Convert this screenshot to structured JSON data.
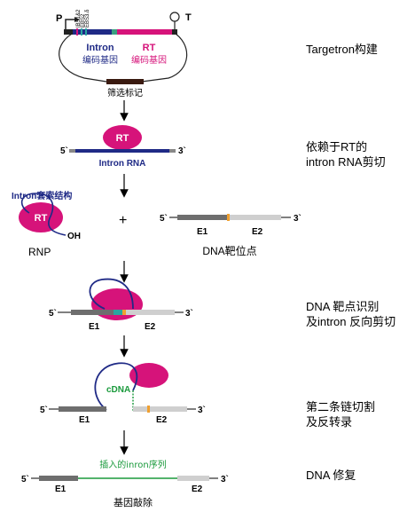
{
  "stage1": {
    "p": "P",
    "t": "T",
    "ibs": "IBS1&2",
    "ebs2": "EBS2",
    "ebs3": "EBS3.δ",
    "intron": "Intron",
    "intron_gene": "编码基因",
    "rt": "RT",
    "rt_gene": "编码基因",
    "marker": "筛选标记",
    "step": "Targetron构建"
  },
  "stage2": {
    "rt": "RT",
    "end5": "5`",
    "end3": "3`",
    "rna": "Intron RNA",
    "step_line1": "依赖于RT的",
    "step_line2": "intron RNA剪切"
  },
  "stage3": {
    "intron_struct": "Intron套索结构",
    "rt": "RT",
    "oh": "OH",
    "rnp": "RNP",
    "plus": "+",
    "end5": "5`",
    "end3": "3`",
    "e1": "E1",
    "e2": "E2",
    "target": "DNA靶位点"
  },
  "stage4": {
    "end5": "5`",
    "end3": "3`",
    "e1": "E1",
    "e2": "E2",
    "step_line1": "DNA 靶点识别",
    "step_line2": "及intron 反向剪切"
  },
  "stage5": {
    "cdna": "cDNA",
    "end5": "5`",
    "end3": "3`",
    "e1": "E1",
    "e2": "E2",
    "step_line1": "第二条链切割",
    "step_line2": "及反转录"
  },
  "stage6": {
    "inserted": "插入的inron序列",
    "end5": "5`",
    "end3": "3`",
    "e1": "E1",
    "e2": "E2",
    "knockout": "基因敲除",
    "step": "DNA 修复"
  },
  "colors": {
    "navy": "#1f2a86",
    "magenta": "#d6137a",
    "dark_gray": "#6e6e6e",
    "light_gray": "#cfcfcf",
    "orange": "#f0a030",
    "green": "#1a9a3c",
    "teal": "#2aa6a0"
  }
}
